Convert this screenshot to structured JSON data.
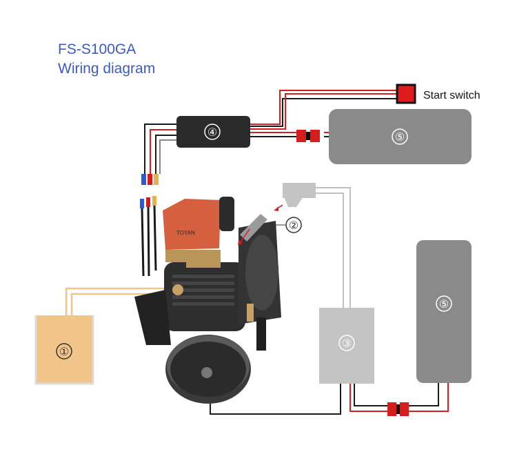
{
  "title": {
    "line1": "FS-S100GA",
    "line2": "Wiring diagram"
  },
  "labels": {
    "start_switch": "Start switch",
    "fuel_tank": "①",
    "glow_plug": "②",
    "receiver": "③",
    "controller": "④",
    "battery_top": "⑤",
    "battery_right": "⑤"
  },
  "engine_brand": "TOYAN",
  "colors": {
    "title": "#3d5bbf",
    "wire_red": "#d21e1e",
    "wire_black": "#1a1a1a",
    "controller": "#2a2a2a",
    "battery": "#8a8a8a",
    "receiver": "#c4c4c4",
    "fuel": "#f1c489",
    "engine_head": "#d5603f"
  }
}
